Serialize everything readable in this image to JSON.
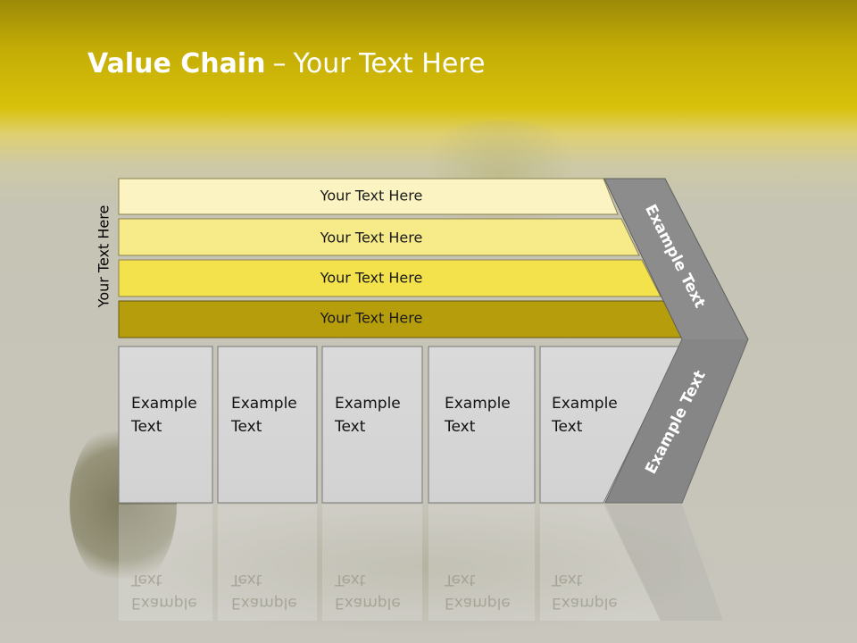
{
  "slide": {
    "title_bold": "Value Chain",
    "title_dash": "–",
    "title_rest": "Your Text Here",
    "side_label": "Your Text Here",
    "bars": [
      {
        "label": "Your Text Here",
        "color": "#fbf4c2"
      },
      {
        "label": "Your Text Here",
        "color": "#f7ea89"
      },
      {
        "label": "Your Text Here",
        "color": "#f4e24c"
      },
      {
        "label": "Your Text Here",
        "color": "#b69d0c"
      }
    ],
    "columns": [
      {
        "line1": "Example",
        "line2": "Text"
      },
      {
        "line1": "Example",
        "line2": "Text"
      },
      {
        "line1": "Example",
        "line2": "Text"
      },
      {
        "line1": "Example",
        "line2": "Text"
      },
      {
        "line1": "Example",
        "line2": "Text"
      }
    ],
    "chevron_upper": "Example Text",
    "chevron_lower": "Example Text",
    "colors": {
      "header": "#c4ad06",
      "column_fill": "#d8d8d8",
      "chevron_fill": "#8c8c8c"
    }
  }
}
